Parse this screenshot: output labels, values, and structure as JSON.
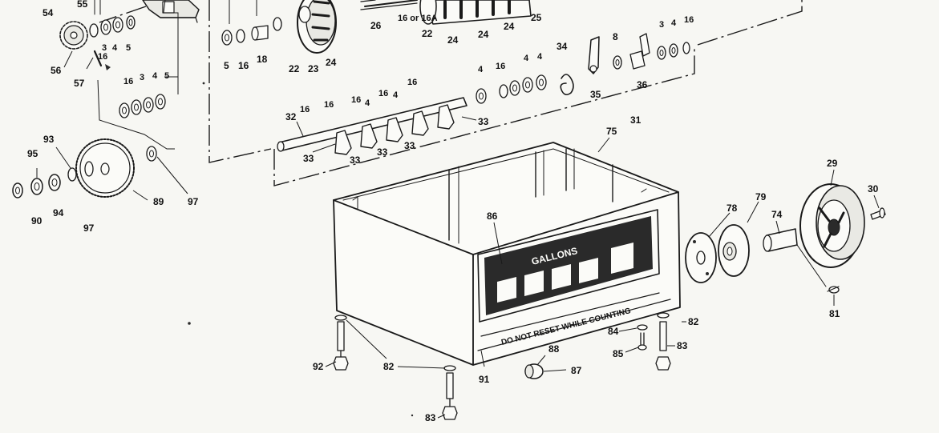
{
  "labels": {
    "p54": "54",
    "p55": "55",
    "p56": "56",
    "p57": "57",
    "p3a": "3",
    "p4a": "4",
    "p5a": "5",
    "p16a": "16",
    "p16b": "16",
    "p3b": "3",
    "p4b": "4",
    "p5b": "5",
    "p93": "93",
    "p95": "95",
    "p90": "90",
    "p94": "94",
    "p97a": "97",
    "p89": "89",
    "p97b": "97",
    "p5c": "5",
    "p16c": "16",
    "p18": "18",
    "p22a": "22",
    "p23": "23",
    "p24a": "24",
    "p26": "26",
    "p16or16a": "16 or 16A",
    "p22b": "22",
    "p24b": "24",
    "p24c": "24",
    "p24d": "24",
    "p25": "25",
    "p34": "34",
    "p35": "35",
    "p8": "8",
    "p36": "36",
    "p3c": "3",
    "p4c": "4",
    "p16d": "16",
    "p31": "31",
    "p4d": "4",
    "p16e": "16",
    "p4e": "4",
    "p4f": "4",
    "p32": "32",
    "p16f": "16",
    "p16g": "16",
    "p16h": "16",
    "p4g": "4",
    "p16i": "16",
    "p4h": "4",
    "p16j": "16",
    "p33a": "33",
    "p33b": "33",
    "p33c": "33",
    "p33d": "33",
    "p33e": "33",
    "p75": "75",
    "p86": "86",
    "p29": "29",
    "p30": "30",
    "p78": "78",
    "p79": "79",
    "p74": "74",
    "p81": "81",
    "p82a": "82",
    "p82b": "82",
    "p92": "92",
    "p91": "91",
    "p88": "88",
    "p87": "87",
    "p84": "84",
    "p85": "85",
    "p83a": "83",
    "p83b": "83"
  },
  "counter_panel": {
    "unit_label": "GALLONS",
    "warning_text": "DO NOT RESET WHILE COUNTING"
  }
}
